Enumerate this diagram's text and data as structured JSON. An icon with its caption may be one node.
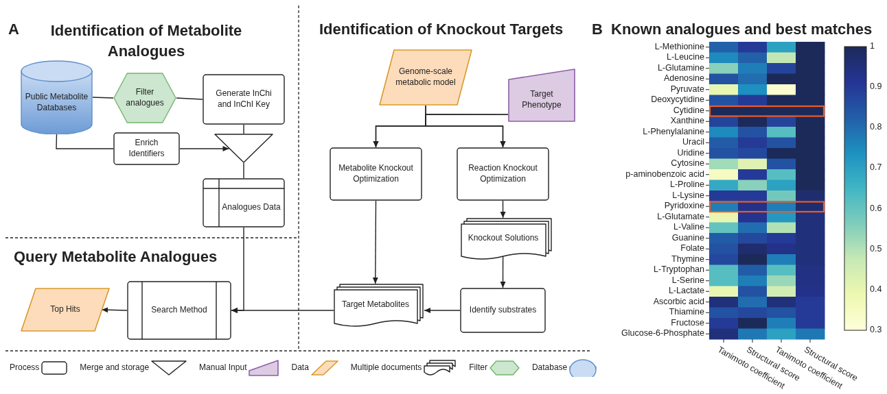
{
  "diagram": {
    "nodes": [
      {
        "text": [
          "Public Metabolite Databases"
        ]
      },
      {
        "text": [
          "Filter analogues"
        ]
      },
      {
        "text": [
          "Generate InChi and InChI Key"
        ]
      },
      {
        "text": [
          "Enrich Identifiers"
        ]
      },
      {
        "text": [],
        "shape": "triangle"
      },
      {
        "text": [
          "Analogues Data"
        ]
      },
      {
        "text": [
          "Top Hits"
        ]
      },
      {
        "text": [
          "Search Method"
        ]
      },
      {
        "text": [
          "Genome-scale metabolic model"
        ]
      },
      {
        "text": [
          "Target Phenotype"
        ]
      },
      {
        "text": [
          "Metabolite Knockout Optimization"
        ]
      },
      {
        "text": [
          "Reaction Knockout Optimization"
        ]
      },
      {
        "text": [
          "Knockout Solutions"
        ]
      },
      {
        "text": [
          "Target Metabolites"
        ]
      },
      {
        "text": [
          "Identify substrates"
        ]
      }
    ],
    "edges": [
      {
        "from": 0,
        "to": 1,
        "arrow": "none"
      },
      {
        "from": 1,
        "to": 2,
        "arrow": "none"
      },
      {
        "from": 0,
        "to": 3,
        "arrow": "none"
      },
      {
        "from": 3,
        "to": 4,
        "arrow": "to"
      },
      {
        "from": 2,
        "to": 4,
        "arrow": "none"
      },
      {
        "from": 4,
        "to": 5,
        "arrow": "none"
      },
      {
        "from": 5,
        "to": 7,
        "arrow": "to"
      },
      {
        "from": 13,
        "to": 7,
        "arrow": "to"
      },
      {
        "from": 7,
        "to": 6,
        "arrow": "to"
      },
      {
        "from": 8,
        "to": 10,
        "arrow": "to"
      },
      {
        "from": 8,
        "to": 11,
        "arrow": "to"
      },
      {
        "from": 9,
        "to": 10,
        "arrow": "to"
      },
      {
        "from": 9,
        "to": 11,
        "arrow": "to"
      },
      {
        "from": 11,
        "to": 12,
        "arrow": "to"
      },
      {
        "from": 12,
        "to": 14,
        "arrow": "to"
      },
      {
        "from": 14,
        "to": 13,
        "arrow": "to"
      },
      {
        "from": 10,
        "to": 13,
        "arrow": "to"
      }
    ],
    "labels": [
      "A",
      "Identification of Metabolite Analogues",
      "Identification of Knockout Targets",
      "B",
      "Known analogues and best matches",
      "Query Metabolite Analogues",
      "L-Methionine",
      "L-Leucine",
      "L-Glutamine",
      "Adenosine",
      "Pyruvate",
      "Deoxycytidine",
      "Cytidine",
      "Xanthine",
      "L-Phenylalanine",
      "Uracil",
      "Uridine",
      "Cytosine",
      "p-aminobenzoic acid",
      "L-Proline",
      "L-Lysine",
      "Pyridoxine",
      "L-Glutamate",
      "L-Valine",
      "Guanine",
      "Folate",
      "Thymine",
      "L-Tryptophan",
      "L-Serine",
      "L-Lactate",
      "Ascorbic acid",
      "Thiamine",
      "Fructose",
      "Glucose-6-Phosphate",
      "1",
      "0.9",
      "0.8",
      "0.7",
      "0.6",
      "0.5",
      "0.4",
      "0.3",
      "Tanimoto coefficient",
      "Structural score",
      "Tanimoto coefficient",
      "Structural score"
    ],
    "legend": [
      {
        "text": "Process"
      },
      {
        "text": "Merge and storage"
      },
      {
        "text": "Manual Input"
      },
      {
        "text": "Data"
      },
      {
        "text": "Multiple documents"
      },
      {
        "text": "Filter"
      },
      {
        "text": "Database"
      }
    ]
  }
}
